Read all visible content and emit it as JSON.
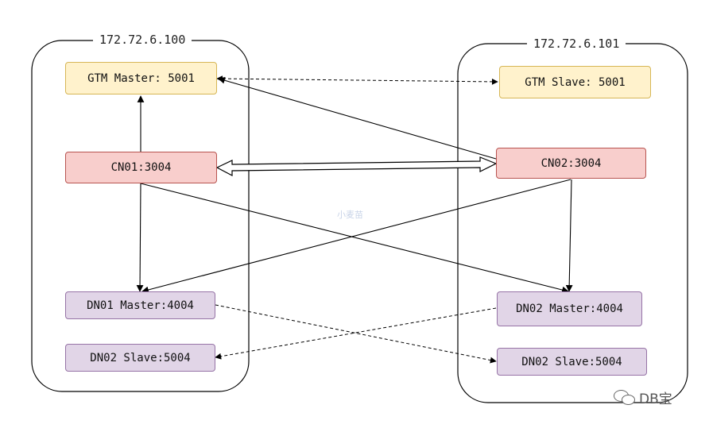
{
  "hosts": [
    {
      "ip": "172.72.6.100"
    },
    {
      "ip": "172.72.6.101"
    }
  ],
  "nodes": {
    "gtm_master": "GTM Master: 5001",
    "gtm_slave": "GTM Slave: 5001",
    "cn01": "CN01:3004",
    "cn02": "CN02:3004",
    "dn01_master": "DN01 Master:4004",
    "dn02_slave_left": "DN02 Slave:5004",
    "dn02_master": "DN02 Master:4004",
    "dn02_slave_right": "DN02 Slave:5004"
  },
  "colors": {
    "gtm_fill": "#fff2cc",
    "gtm_border": "#d6b656",
    "cn_fill": "#f8cecc",
    "cn_border": "#b85450",
    "dn_fill": "#e1d5e7",
    "dn_border": "#9673a6"
  },
  "watermark": {
    "center": "小麦苗",
    "corner": "DB宝",
    "icon": "wechat-icon"
  }
}
